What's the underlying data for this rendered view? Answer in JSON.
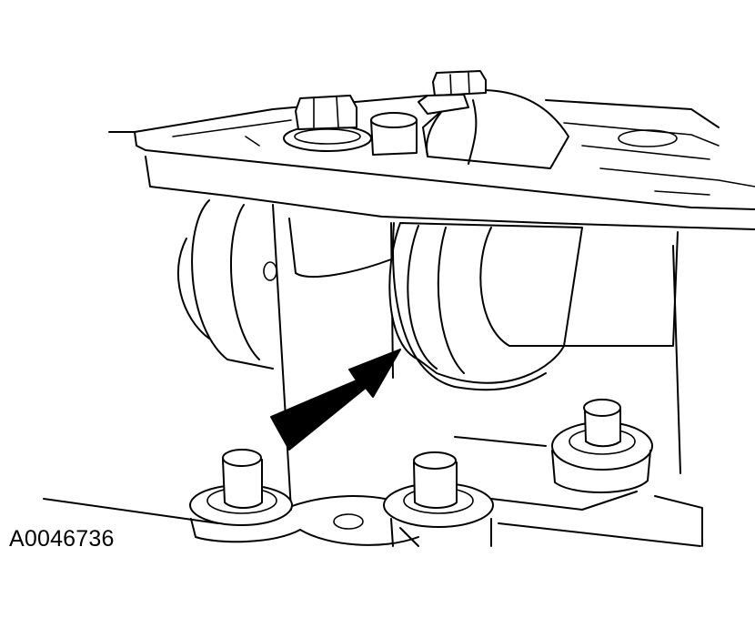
{
  "figure": {
    "reference_code": "A0046736",
    "style": "black line art on white background",
    "icons": [
      "arrow-indicator"
    ]
  }
}
